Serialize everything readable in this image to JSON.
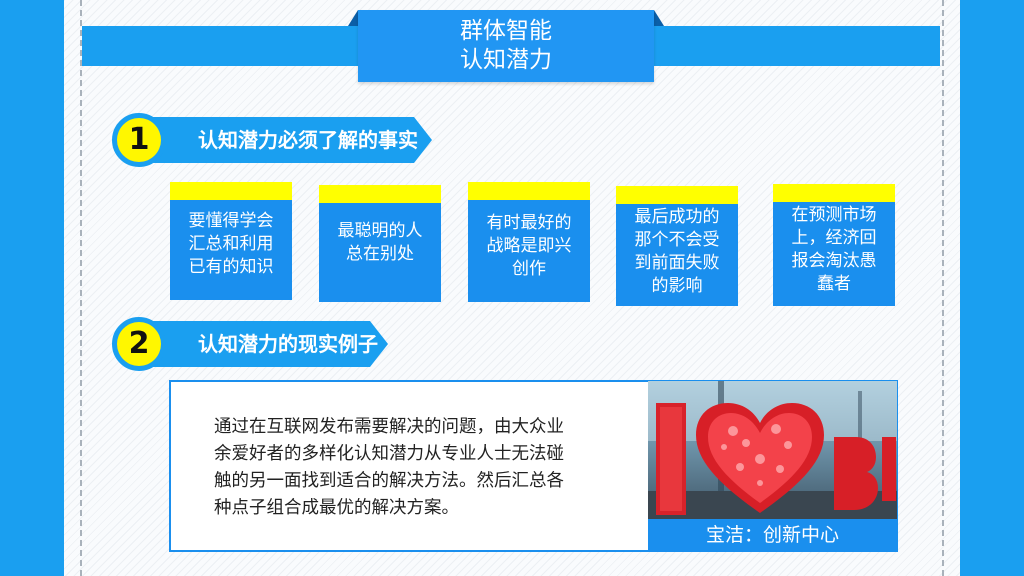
{
  "header": {
    "title_line1": "群体智能",
    "title_line2": "认知潜力"
  },
  "section1": {
    "number": "1",
    "title": "认知潜力必须了解的事实"
  },
  "facts": [
    {
      "lines": [
        "要懂得学会",
        "汇总和利用",
        "已有的知识"
      ]
    },
    {
      "lines": [
        "最聪明的人",
        "总在别处"
      ]
    },
    {
      "lines": [
        "有时最好的",
        "战略是即兴",
        "创作"
      ]
    },
    {
      "lines": [
        "最后成功的",
        "那个不会受",
        "到前面失败",
        "的影响"
      ]
    },
    {
      "lines": [
        "在预测市场",
        "上，经济回",
        "报会淘汰愚",
        "蠢者"
      ]
    }
  ],
  "section2": {
    "number": "2",
    "title": "认知潜力的现实例子"
  },
  "example": {
    "lines": [
      "通过在互联网发布需要解决的问题，由大众业",
      "余爱好者的多样化认知潜力从专业人士无法碰",
      "触的另一面找到适合的解决方法。然后汇总各",
      "种点子组合成最优的解决方案。"
    ],
    "photo_caption": "宝洁：创新中心"
  },
  "colors": {
    "primary_blue": "#1a9ff0",
    "accent_yellow": "#ffff00",
    "card_blue": "#1a8fee"
  }
}
